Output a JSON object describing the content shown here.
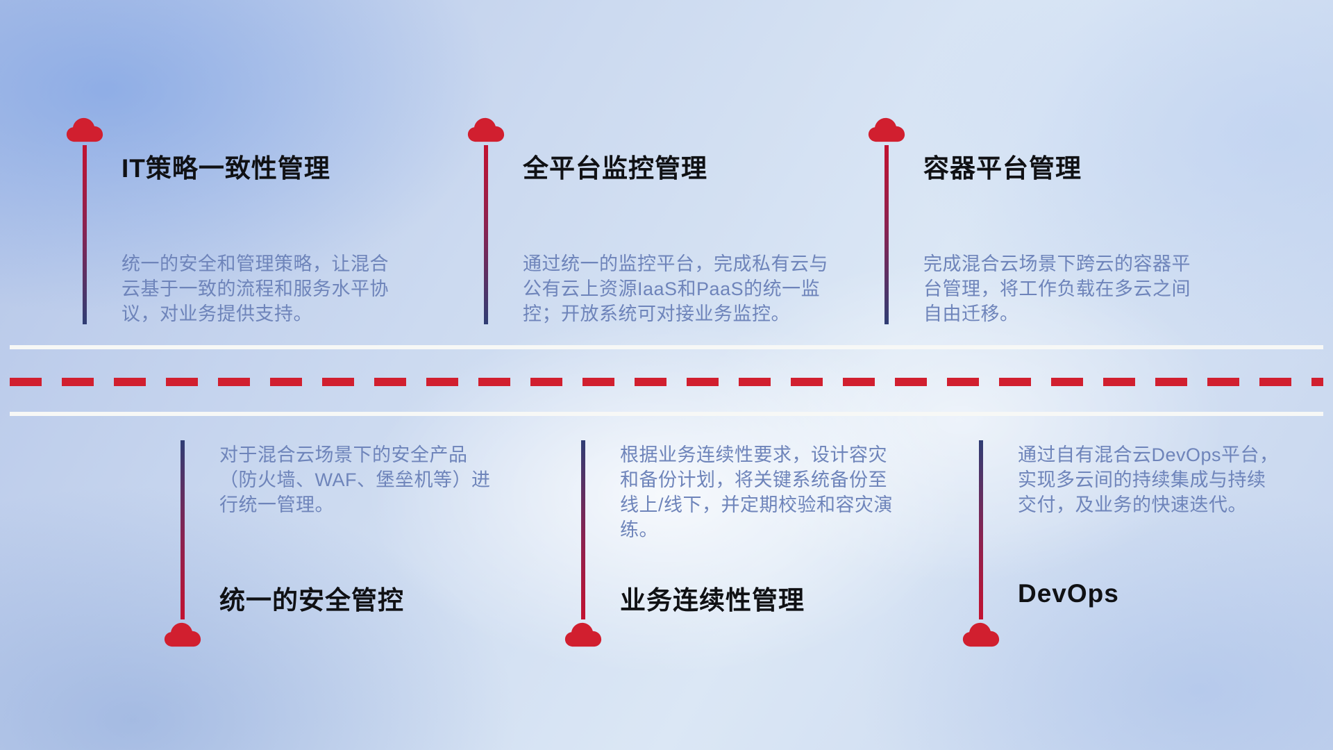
{
  "colors": {
    "cloud": "#d11f2f",
    "dash": "#d11f2f",
    "title": "#101114",
    "desc": "#6e84ba"
  },
  "top_items": [
    {
      "title": "IT策略一致性管理",
      "desc": "统一的安全和管理策略，让混合云基于一致的流程和服务水平协议，对业务提供支持。"
    },
    {
      "title": "全平台监控管理",
      "desc": "通过统一的监控平台，完成私有云与公有云上资源IaaS和PaaS的统一监控；开放系统可对接业务监控。"
    },
    {
      "title": "容器平台管理",
      "desc": "完成混合云场景下跨云的容器平台管理，将工作负载在多云之间自由迁移。"
    }
  ],
  "bottom_items": [
    {
      "title": "统一的安全管控",
      "desc": "对于混合云场景下的安全产品（防火墙、WAF、堡垒机等）进行统一管理。"
    },
    {
      "title": "业务连续性管理",
      "desc": "根据业务连续性要求，设计容灾和备份计划，将关键系统备份至线上/线下，并定期校验和容灾演练。"
    },
    {
      "title": "DevOps",
      "desc": "通过自有混合云DevOps平台，实现多云间的持续集成与持续交付，及业务的快速迭代。"
    }
  ]
}
